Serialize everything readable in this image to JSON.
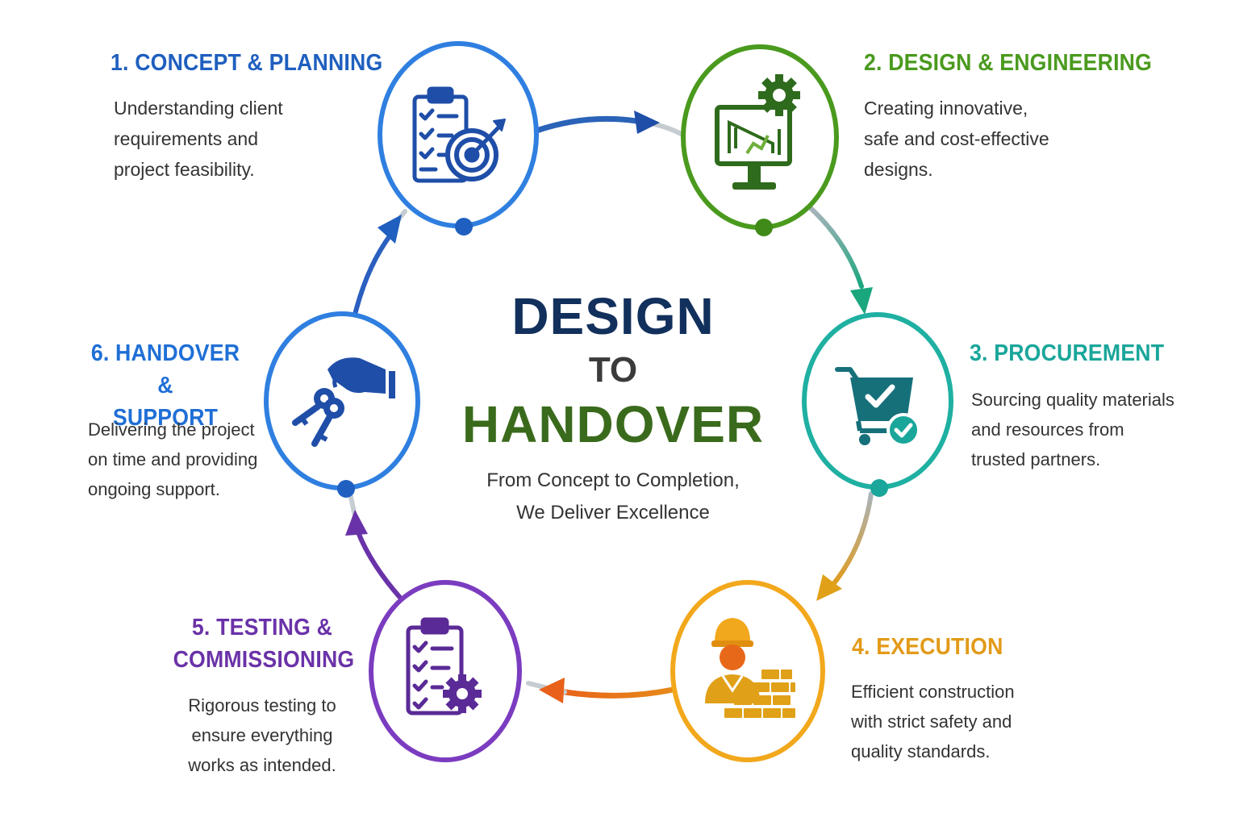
{
  "center": {
    "title_top": "DESIGN",
    "title_middle": "TO",
    "title_bottom": "HANDOVER",
    "tagline_line1": "From Concept to Completion,",
    "tagline_line2": "We Deliver Excellence"
  },
  "stages": [
    {
      "title": "1. CONCEPT & PLANNING",
      "desc": [
        "Understanding client",
        "requirements and",
        "project feasibility."
      ],
      "color": "#1f5fbf",
      "icon": "clipboard-target-icon"
    },
    {
      "title": "2. DESIGN & ENGINEERING",
      "desc": [
        "Creating innovative,",
        "safe and cost-effective",
        "designs."
      ],
      "color": "#4a9a1e",
      "icon": "monitor-gear-icon"
    },
    {
      "title": "3. PROCUREMENT",
      "desc": [
        "Sourcing quality materials",
        "and resources from",
        "trusted partners."
      ],
      "color": "#1aa69a",
      "icon": "shopping-cart-check-icon"
    },
    {
      "title": "4. EXECUTION",
      "desc": [
        "Efficient construction",
        "with strict safety and",
        "quality standards."
      ],
      "color": "#e29a18",
      "icon": "construction-worker-bricks-icon"
    },
    {
      "title_line1": "5. TESTING &",
      "title_line2": "COMMISSIONING",
      "desc": [
        "Rigorous testing to",
        "ensure everything",
        "works as intended."
      ],
      "color": "#6a32a8",
      "icon": "checklist-gear-icon"
    },
    {
      "title_line1": "6. HANDOVER &",
      "title_line2": "SUPPORT",
      "desc": [
        "Delivering the project",
        "on time and providing",
        "ongoing support."
      ],
      "color": "#1f6fd6",
      "icon": "hand-keys-icon"
    }
  ]
}
